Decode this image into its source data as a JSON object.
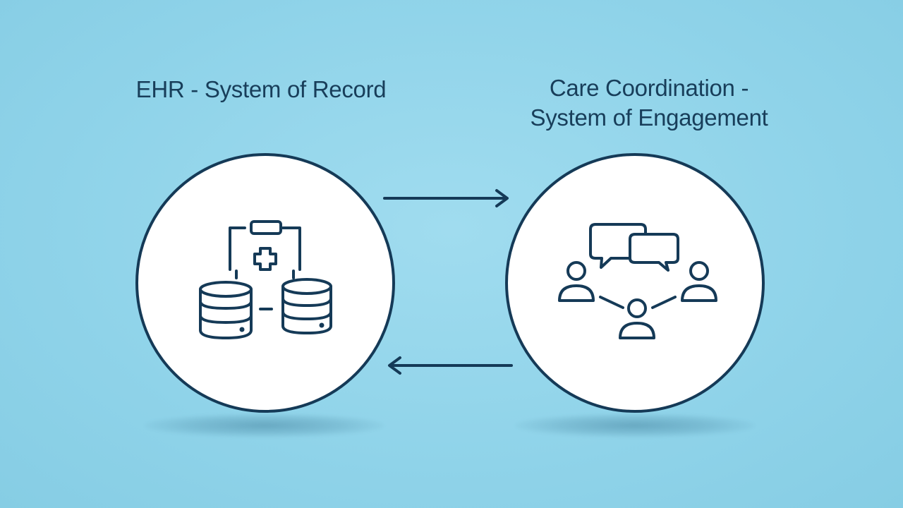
{
  "left_node": {
    "title": "EHR - System of Record",
    "icon": "clipboard-medical-database-icon"
  },
  "right_node": {
    "title_line1": "Care Coordination -",
    "title_line2": "System of Engagement",
    "icon": "people-chat-network-icon"
  },
  "edges": [
    {
      "from": "left_node",
      "to": "right_node",
      "direction": "right"
    },
    {
      "from": "right_node",
      "to": "left_node",
      "direction": "left"
    }
  ],
  "colors": {
    "background": "#8ed3e8",
    "stroke": "#153a57",
    "circle_fill": "#ffffff",
    "text": "#183e5a"
  }
}
